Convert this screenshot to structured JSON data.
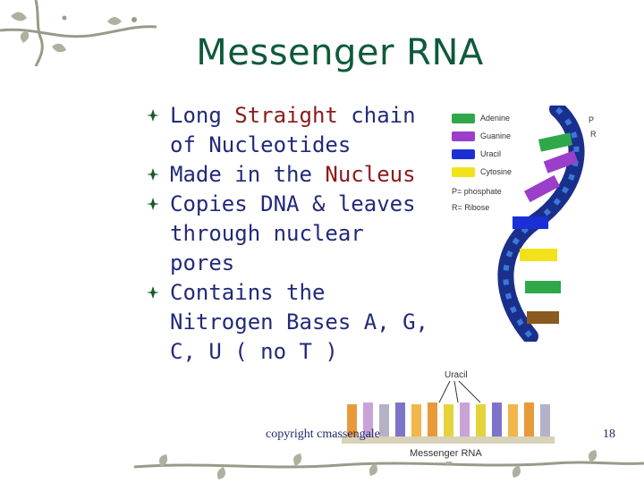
{
  "slide": {
    "title": "Messenger RNA",
    "bullets": [
      {
        "parts": [
          {
            "t": "Long ",
            "hl": false
          },
          {
            "t": "Straight",
            "hl": true
          },
          {
            "t": " chain of Nucleotides",
            "hl": false
          }
        ]
      },
      {
        "parts": [
          {
            "t": "Made in the ",
            "hl": false
          },
          {
            "t": "Nucleus",
            "hl": true
          }
        ]
      },
      {
        "parts": [
          {
            "t": "Copies DNA & leaves through nuclear pores",
            "hl": false
          }
        ]
      },
      {
        "parts": [
          {
            "t": "Contains the Nitrogen Bases A, G, C, U ( no T )",
            "hl": false
          }
        ]
      }
    ],
    "footer_copyright": "copyright cmassengale",
    "page_number": "18"
  },
  "rna_figure": {
    "legend": [
      {
        "label": "Adenine",
        "color": "#2fa84a"
      },
      {
        "label": "Guanine",
        "color": "#9b3ec9"
      },
      {
        "label": "Uracil",
        "color": "#1b2fd6"
      },
      {
        "label": "Cytosine",
        "color": "#f2e21a"
      }
    ],
    "notes": [
      "P= phosphate",
      "R= Ribose"
    ],
    "strand_labels": [
      "P",
      "R"
    ]
  },
  "mrna_figure": {
    "callout": "Uracil",
    "caption": "Messenger RNA",
    "base_colors": [
      "#e89a3a",
      "#c9a3d8",
      "#e6d23a",
      "#7d74c9",
      "#f2b64a",
      "#b5b2c8"
    ]
  },
  "colors": {
    "title": "#0f5a3a",
    "text": "#222a7a",
    "highlight": "#8b1b1b",
    "vine": "#9a9a8a",
    "bullet_mark": "#1a5a2a"
  }
}
